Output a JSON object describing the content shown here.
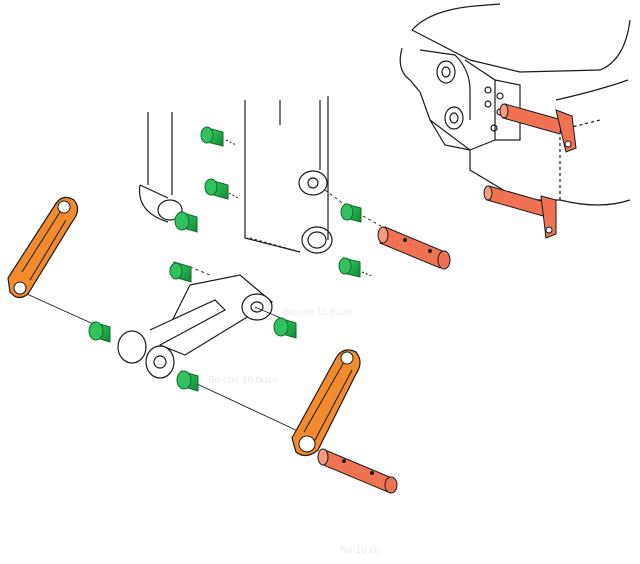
{
  "diagram": {
    "watermarks": [
      "Bo cbn 11 buzo",
      "Bo cbn 10 buzo",
      "No 10 cb"
    ]
  },
  "colors": {
    "bushing": "#1fb24a",
    "bushing_dark": "#0b6d2a",
    "link": "#f28a2e",
    "pin": "#ef7352",
    "outline": "#1a1a1a",
    "paper": "#ffffff"
  }
}
